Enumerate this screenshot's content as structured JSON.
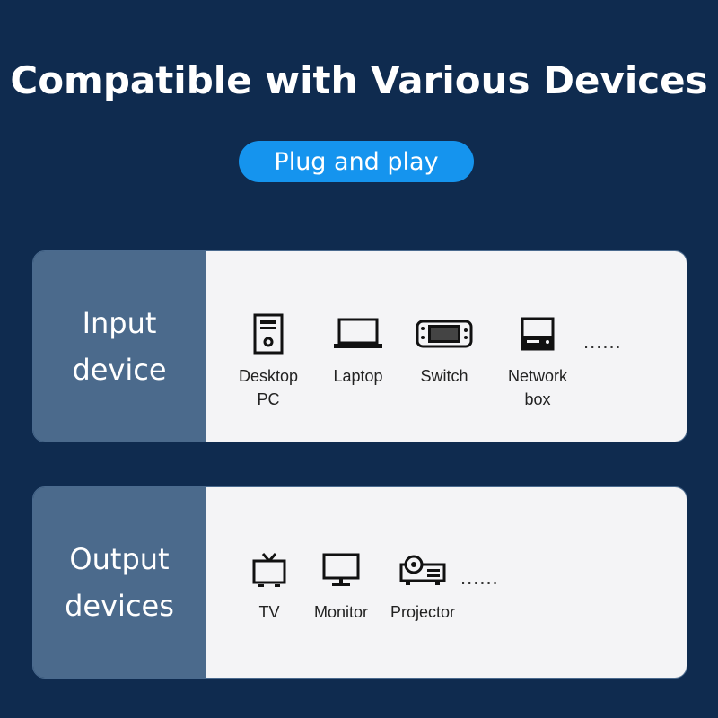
{
  "headline": "Compatible with Various Devices",
  "badge": "Plug and play",
  "input_card": {
    "label": "Input\ndevice",
    "devices": [
      {
        "name": "Desktop\nPC",
        "icon": "desktop-pc-icon"
      },
      {
        "name": "Laptop",
        "icon": "laptop-icon"
      },
      {
        "name": "Switch",
        "icon": "switch-console-icon"
      },
      {
        "name": "Network\nbox",
        "icon": "network-box-icon"
      }
    ],
    "more": "......"
  },
  "output_card": {
    "label": "Output\ndevices",
    "devices": [
      {
        "name": "TV",
        "icon": "tv-icon"
      },
      {
        "name": "Monitor",
        "icon": "monitor-icon"
      },
      {
        "name": "Projector",
        "icon": "projector-icon"
      }
    ],
    "more": "......"
  },
  "colors": {
    "background": "#0f2b4f",
    "badge": "#1594ee",
    "label_panel": "#4b6a8c",
    "card_body": "#f4f4f6"
  }
}
